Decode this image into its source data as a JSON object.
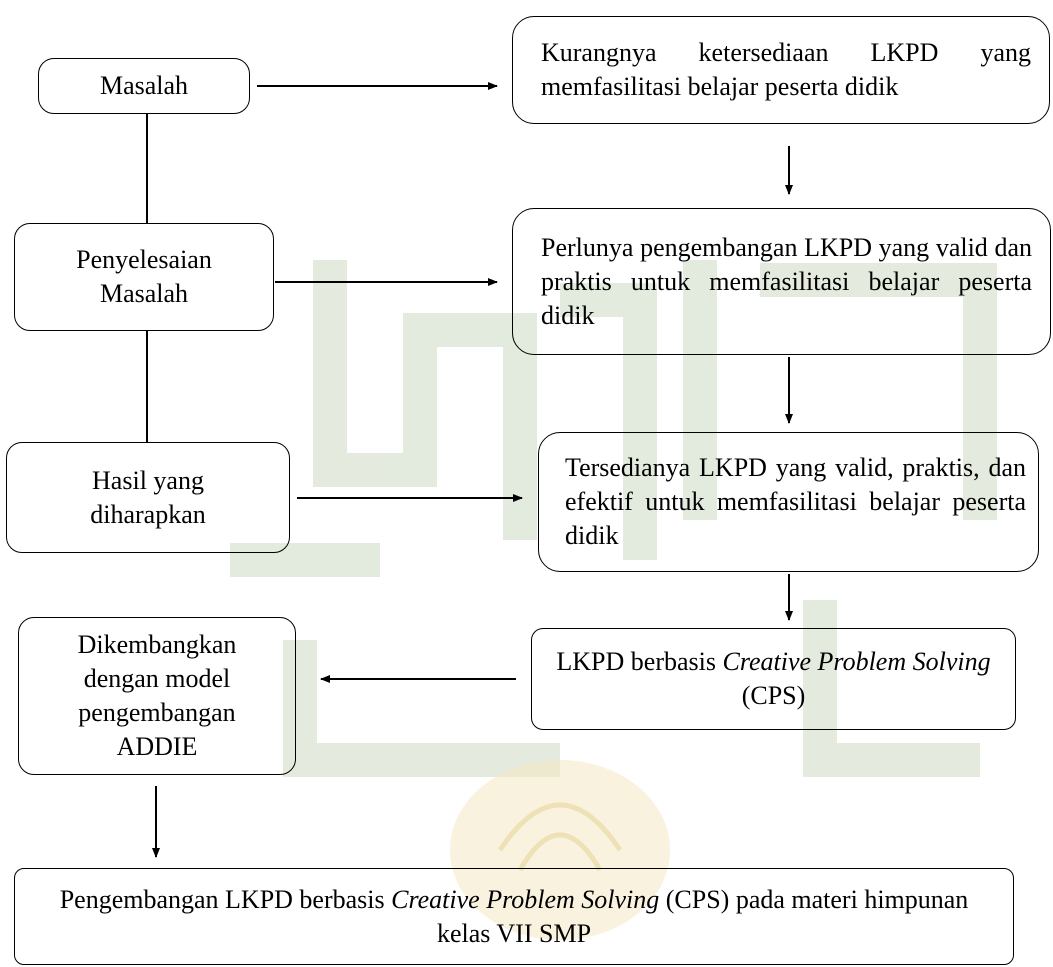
{
  "colors": {
    "stroke": "#000000",
    "watermark_green": "#dde6d6",
    "watermark_gold": "#f2e7c2"
  },
  "nodes": {
    "masalah": "Masalah",
    "penyelesaian": "Penyelesaian Masalah",
    "hasil": "Hasil yang diharapkan",
    "dikembangkan": "Dikembangkan dengan model pengembangan ADDIE",
    "kurangnya": "Kurangnya ketersediaan LKPD yang memfasilitasi  belajar peserta didik",
    "perlunya": "Perlunya pengembangan LKPD yang valid dan praktis untuk memfasilitasi belajar peserta didik",
    "tersedianya": "Tersedianya LKPD yang valid, praktis, dan efektif untuk memfasilitasi belajar peserta didik",
    "lkpd_cps": {
      "prefix": "LKPD berbasis ",
      "italic": "Creative Problem Solving",
      "suffix": " (CPS)"
    },
    "pengembangan": {
      "prefix": "Pengembangan LKPD berbasis ",
      "italic": "Creative Problem Solving",
      "suffix": " (CPS) pada materi himpunan kelas VII SMP"
    }
  }
}
